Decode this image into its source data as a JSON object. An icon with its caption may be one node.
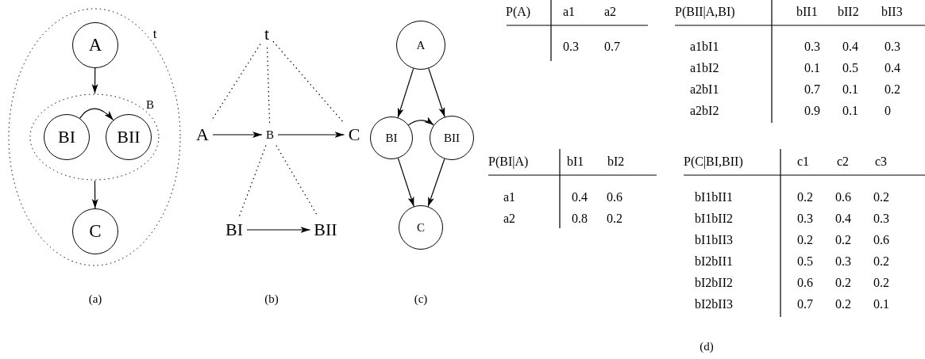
{
  "diagram": {
    "nodes": [
      {
        "text": [
          "t"
        ]
      },
      {
        "text": [
          "A"
        ],
        "in": 0
      },
      {
        "text": [
          "B"
        ],
        "in": 0
      },
      {
        "text": [
          "BI"
        ],
        "in": 2
      },
      {
        "text": [
          "BII"
        ],
        "in": 2
      },
      {
        "text": [
          "C"
        ],
        "in": 0
      },
      {
        "text": [
          "t"
        ]
      },
      {
        "text": [
          "A"
        ]
      },
      {
        "text": [
          "B"
        ]
      },
      {
        "text": [
          "C"
        ]
      },
      {
        "text": [
          "BI"
        ]
      },
      {
        "text": [
          "BII"
        ]
      },
      {
        "text": [
          "A"
        ]
      },
      {
        "text": [
          "BI"
        ]
      },
      {
        "text": [
          "BII"
        ]
      },
      {
        "text": [
          "C"
        ]
      }
    ],
    "edges": [
      {
        "from": 1,
        "to": 2,
        "arrow": "to"
      },
      {
        "from": 3,
        "to": 4,
        "arrow": "to"
      },
      {
        "from": 2,
        "to": 5,
        "arrow": "to"
      },
      {
        "from": 6,
        "to": 7,
        "arrow": "none",
        "style": "dashed"
      },
      {
        "from": 6,
        "to": 8,
        "arrow": "none",
        "style": "dashed"
      },
      {
        "from": 6,
        "to": 9,
        "arrow": "none",
        "style": "dashed"
      },
      {
        "from": 8,
        "to": 10,
        "arrow": "none",
        "style": "dashed"
      },
      {
        "from": 8,
        "to": 11,
        "arrow": "none",
        "style": "dashed"
      },
      {
        "from": 7,
        "to": 8,
        "arrow": "to"
      },
      {
        "from": 8,
        "to": 9,
        "arrow": "to"
      },
      {
        "from": 10,
        "to": 11,
        "arrow": "to"
      },
      {
        "from": 12,
        "to": 13,
        "arrow": "to"
      },
      {
        "from": 12,
        "to": 14,
        "arrow": "to"
      },
      {
        "from": 13,
        "to": 14,
        "arrow": "to"
      },
      {
        "from": 13,
        "to": 15,
        "arrow": "to"
      },
      {
        "from": 14,
        "to": 15,
        "arrow": "to"
      }
    ],
    "labels": [
      "(a)",
      "(b)",
      "(c)",
      "P(A)",
      "a1",
      "a2",
      "0.3",
      "0.7",
      "P(BII|A,BI)",
      "bII1",
      "bII2",
      "bII3",
      "a1bI1",
      "0.3",
      "0.4",
      "0.3",
      "a1bI2",
      "0.1",
      "0.5",
      "0.4",
      "a2bI1",
      "0.7",
      "0.1",
      "0.2",
      "a2bI2",
      "0.9",
      "0.1",
      "0",
      "P(BI|A)",
      "bI1",
      "bI2",
      "a1",
      "0.4",
      "0.6",
      "a2",
      "0.8",
      "0.2",
      "P(C|BI,BII)",
      "c1",
      "c2",
      "c3",
      "bI1bII1",
      "0.2",
      "0.6",
      "0.2",
      "bI1bII2",
      "0.3",
      "0.4",
      "0.3",
      "bI1bII3",
      "0.2",
      "0.2",
      "0.6",
      "bI2bII1",
      "0.5",
      "0.3",
      "0.2",
      "bI2bII2",
      "0.6",
      "0.2",
      "0.2",
      "bI2bII3",
      "0.7",
      "0.2",
      "0.1",
      "(d)"
    ]
  }
}
